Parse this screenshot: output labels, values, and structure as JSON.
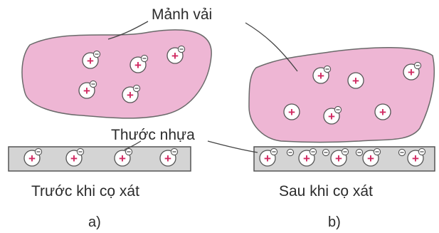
{
  "labels": {
    "fabric": "Mảnh vải",
    "ruler": "Thước nhựa",
    "before": "Trước khi cọ xát",
    "after": "Sau khi cọ xát",
    "panel_a": "a)",
    "panel_b": "b)"
  },
  "symbols": {
    "positive": "+",
    "negative": "⊖"
  },
  "colors": {
    "fabric_fill": "#eeb6d4",
    "fabric_stroke": "#6a6a6a",
    "ruler_fill": "#d4d4d4",
    "ruler_stroke": "#555555",
    "positive_charge": "#d12a62",
    "negative_charge": "#555555",
    "text": "#2b2b2b"
  },
  "icons": [
    "atom-icon",
    "electron-icon"
  ]
}
